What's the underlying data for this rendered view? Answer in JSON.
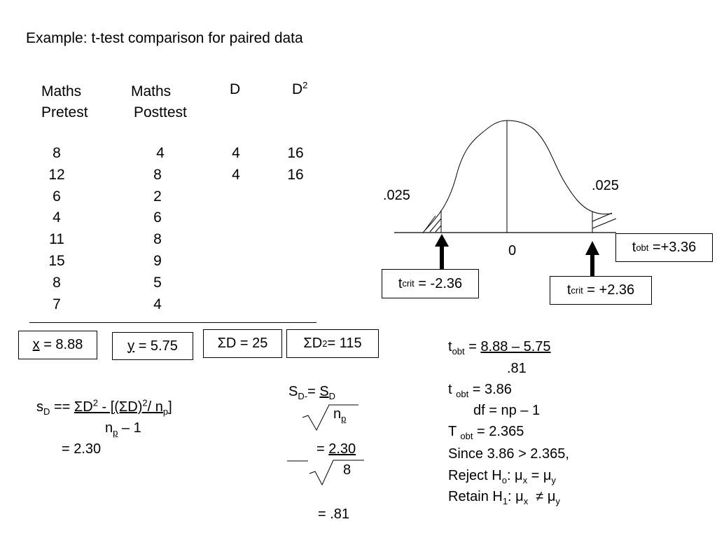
{
  "title": "Example: t-test comparison for paired data",
  "table": {
    "headers": {
      "pre_line1": "Maths",
      "pre_line2": "Pretest",
      "post_line1": "Maths",
      "post_line2": "Posttest",
      "d": "D",
      "d2_base": "D",
      "d2_sup": "2"
    },
    "pretest": [
      "8",
      "12",
      "6",
      "4",
      "11",
      "15",
      "8",
      "7"
    ],
    "posttest": [
      "4",
      "8",
      "2",
      "6",
      "8",
      "9",
      "5",
      "4"
    ],
    "d": [
      "4",
      "4"
    ],
    "d2": [
      "16",
      "16"
    ]
  },
  "summary": {
    "x_var": "x",
    "x_rest": " = 8.88",
    "y_var": "y",
    "y_rest": " = 5.75",
    "sum_d": "ΣD = 25",
    "sum_d2_base": "ΣD",
    "sum_d2_sup": "2",
    "sum_d2_rest": "= 115"
  },
  "sd_formula": {
    "s": "s",
    "s_sub": "D",
    "eq": " == ",
    "num_a": "ΣD",
    "num_sup1": "2",
    "num_b": " - [(ΣD)",
    "num_sup2": "2",
    "num_c": "/ n",
    "num_sub": "p",
    "num_d": "]",
    "den_a": "n",
    "den_sub": "p",
    "den_b": " – 1",
    "result": "= 2.30"
  },
  "se_formula": {
    "lhs": "S",
    "lhs_sub": "D",
    "lhs_sub2": "-",
    "eq": "= ",
    "rhs": "S",
    "rhs_sub": "D",
    "den": "n",
    "den_sub": "p",
    "line2_eq": "= ",
    "line2_num": "2.30",
    "line2_den": "8",
    "result": "= .81"
  },
  "t_calc": {
    "l1_t": "t",
    "l1_sub": "obt",
    "l1_eq": " = ",
    "l1_num": "8.88 – 5.75",
    "l2": ".81",
    "l3_t": "t ",
    "l3_sub": "obt",
    "l3_rest": " = 3.86",
    "l4": "df = np – 1",
    "l5_t": "T ",
    "l5_sub": "obt",
    "l5_rest": " = 2.365",
    "l6": "Since 3.86 > 2.365,",
    "l7_a": "Reject H",
    "l7_sub": "o",
    "l7_b": ": μ",
    "l7_sub2": "x",
    "l7_c": " = μ",
    "l7_sub3": "y",
    "l8_a": "Retain H",
    "l8_sub": "1",
    "l8_b": ": μ",
    "l8_sub2": "x",
    "l8_c": "  ≠ μ",
    "l8_sub3": "y"
  },
  "distribution": {
    "left_tail": ".025",
    "right_tail": ".025",
    "zero": "0",
    "tobt_t": "t",
    "tobt_sub": "obt",
    "tobt_rest": " =+3.36",
    "tcrit_left_t": "t",
    "tcrit_left_sub": "crit",
    "tcrit_left_rest": " = -2.36",
    "tcrit_right_t": "t",
    "tcrit_right_sub": "crit",
    "tcrit_right_rest": " = +2.36"
  }
}
